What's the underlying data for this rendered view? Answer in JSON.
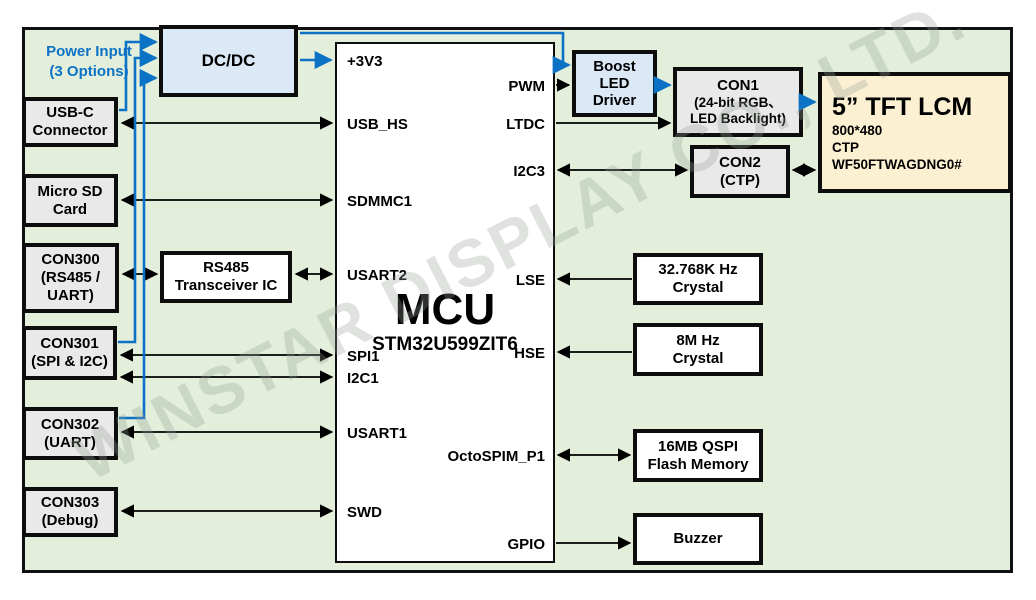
{
  "watermark": "WINSTAR DISPLAY CO., LTD.",
  "power_input": {
    "line1": "Power Input",
    "line2": "(3 Options)"
  },
  "blocks": {
    "dcdc": {
      "label": "DC/DC"
    },
    "usb_c": {
      "line1": "USB-C",
      "line2": "Connector"
    },
    "micro_sd": {
      "line1": "Micro SD",
      "line2": "Card"
    },
    "con300": {
      "line1": "CON300",
      "line2": "(RS485 /",
      "line3": "UART)"
    },
    "rs485": {
      "line1": "RS485",
      "line2": "Transceiver IC"
    },
    "con301": {
      "line1": "CON301",
      "line2": "(SPI & I2C)"
    },
    "con302": {
      "line1": "CON302",
      "line2": "(UART)"
    },
    "con303": {
      "line1": "CON303",
      "line2": "(Debug)"
    },
    "boost": {
      "line1": "Boost",
      "line2": "LED",
      "line3": "Driver"
    },
    "con1": {
      "line1": "CON1",
      "line2": "(24-bit RGB、",
      "line3": "LED Backlight)"
    },
    "con2": {
      "line1": "CON2",
      "line2": "(CTP)"
    },
    "tft": {
      "title": "5” TFT LCM",
      "line2": "800*480",
      "line3": "CTP",
      "line4": "WF50FTWAGDNG0#"
    },
    "crystal_lse": {
      "line1": "32.768K Hz",
      "line2": "Crystal"
    },
    "crystal_hse": {
      "line1": "8M Hz",
      "line2": "Crystal"
    },
    "flash": {
      "line1": "16MB QSPI",
      "line2": "Flash Memory"
    },
    "buzzer": {
      "line1": "Buzzer"
    }
  },
  "mcu": {
    "title": "MCU",
    "part": "STM32U599ZIT6",
    "pins_left": [
      "+3V3",
      "USB_HS",
      "SDMMC1",
      "USART2",
      "SPI1",
      "I2C1",
      "USART1",
      "SWD"
    ],
    "pins_right": [
      "PWM",
      "LTDC",
      "I2C3",
      "LSE",
      "HSE",
      "OctoSPIM_P1",
      "GPIO"
    ]
  },
  "colors": {
    "accent_blue": "#0B72C6",
    "bg_green": "#E3EFDA",
    "block_gray": "#E9E9E9",
    "block_blue": "#DBE8F6",
    "block_cream": "#FBF0D2"
  }
}
